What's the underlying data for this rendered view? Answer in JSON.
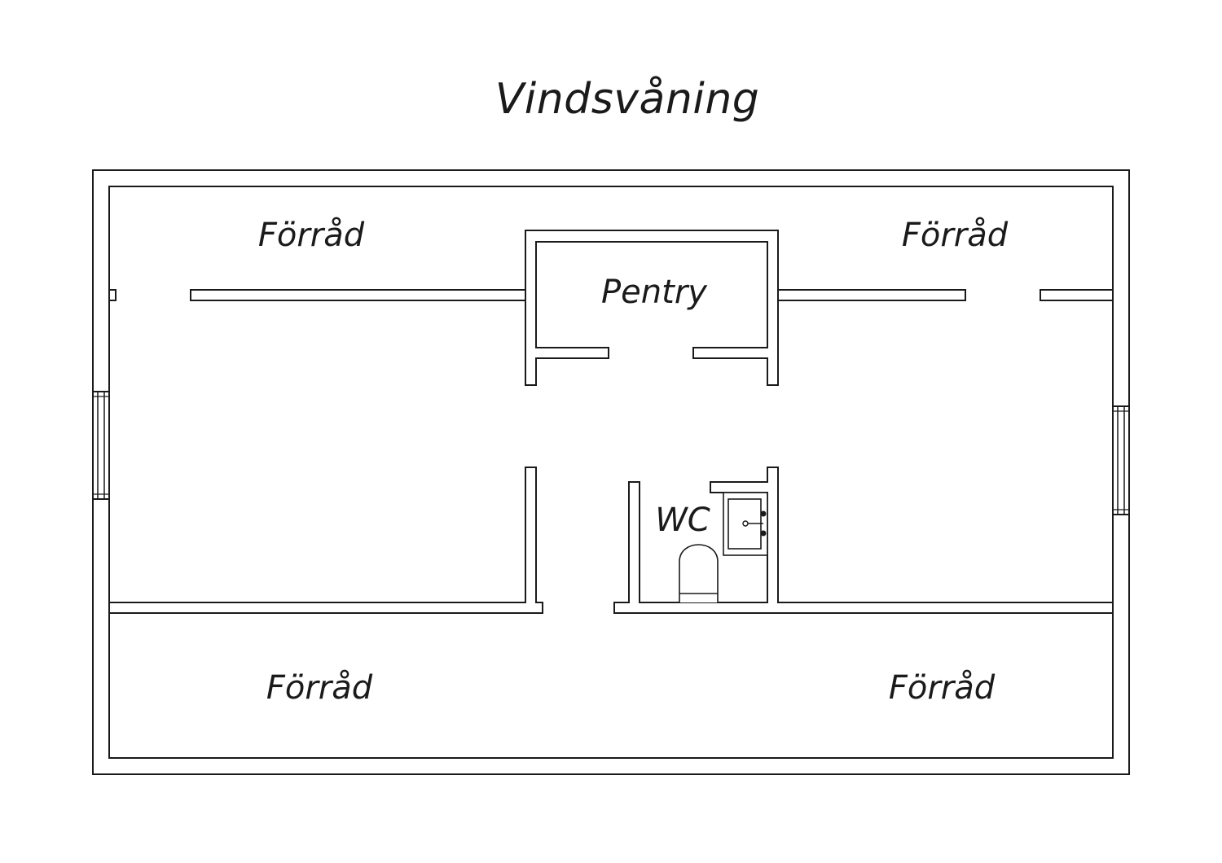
{
  "title": "Vindsvåning",
  "rooms": {
    "storage_top_left": "Förråd",
    "storage_top_right": "Förråd",
    "pentry": "Pentry",
    "wc": "WC",
    "storage_bottom_left": "Förråd",
    "storage_bottom_right": "Förråd"
  },
  "colors": {
    "line": "#1a1a1a",
    "background": "#ffffff"
  }
}
